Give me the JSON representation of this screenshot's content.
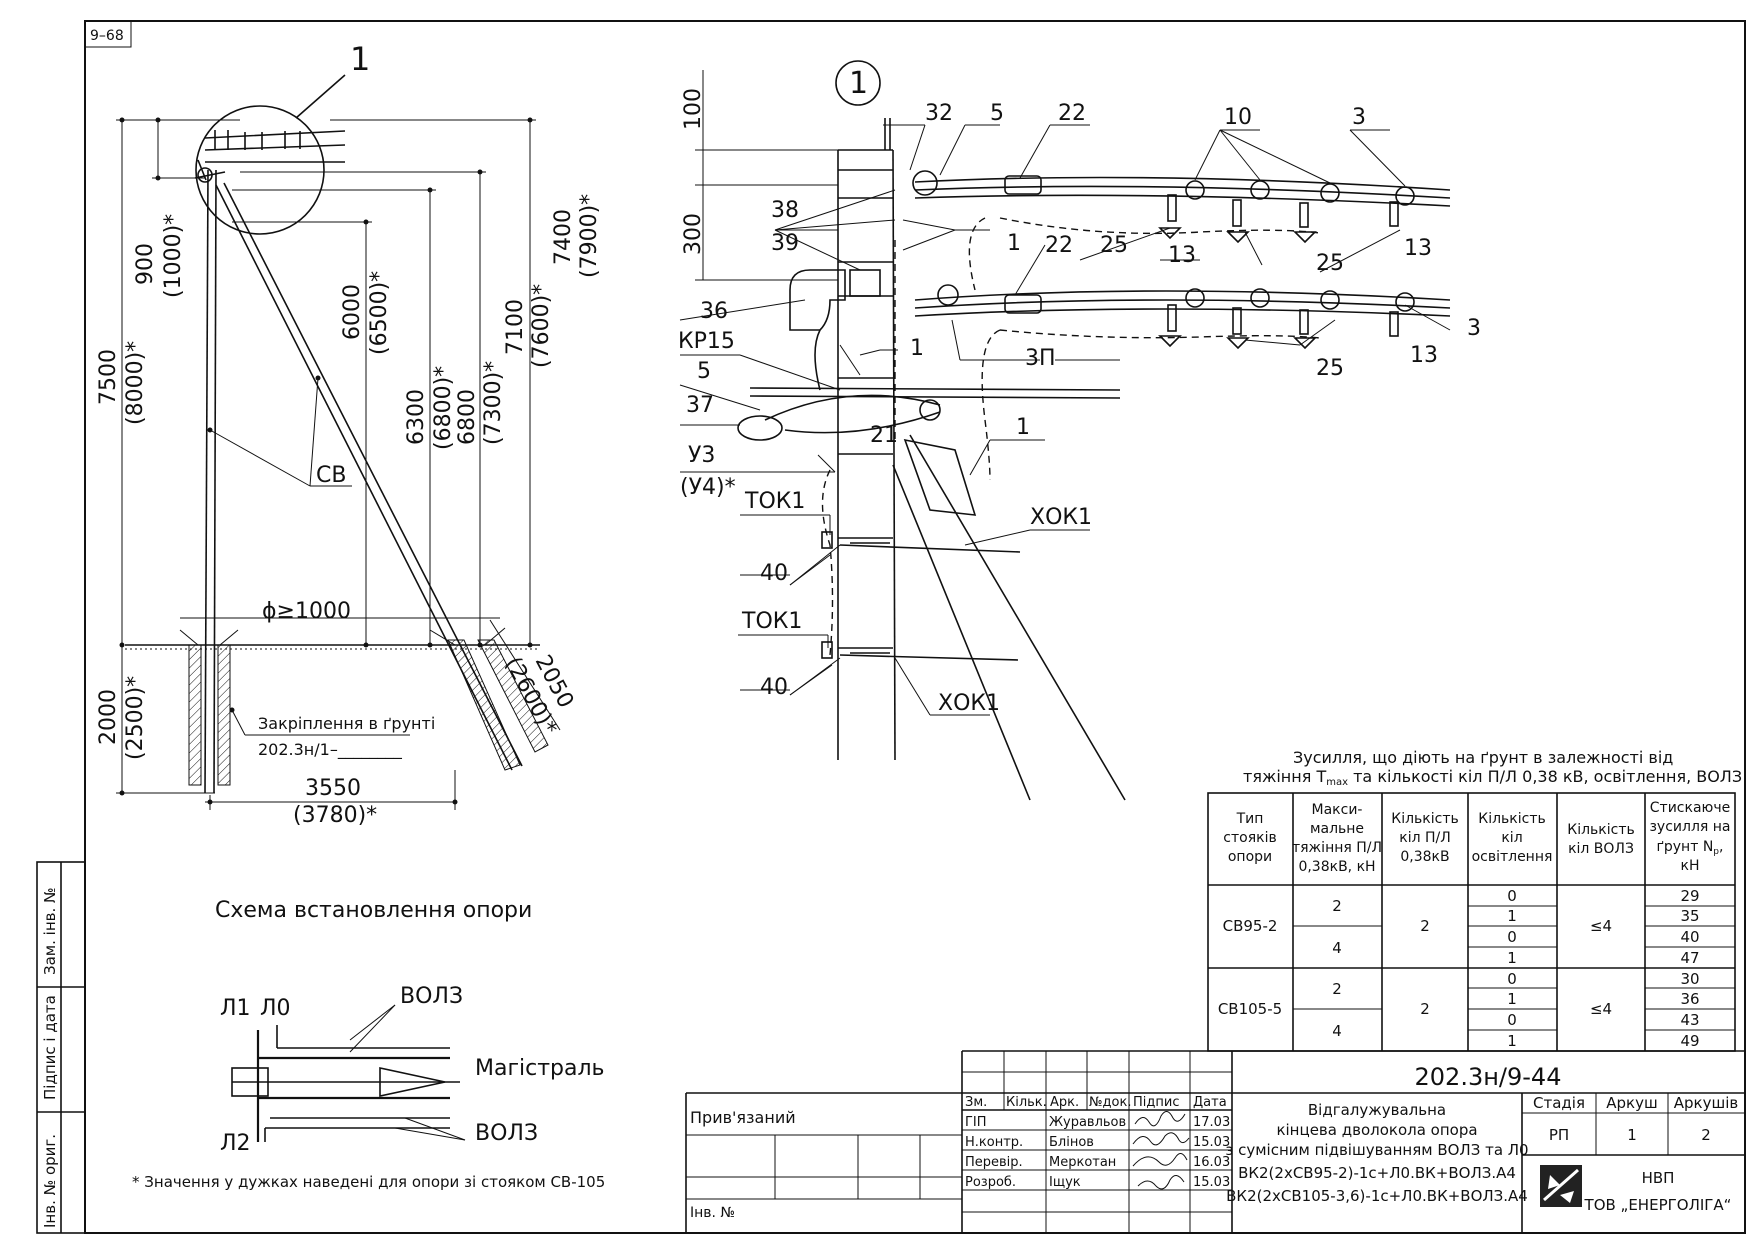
{
  "sheet": {
    "code": "9–68",
    "footnote": "* Значення у дужках наведені для опори зі стояком СВ-105"
  },
  "left_view": {
    "callout": "1",
    "dims": {
      "d900": "900",
      "d1000": "(1000)*",
      "d7500": "7500",
      "d8000": "(8000)*",
      "d6000": "6000",
      "d6500": "(6500)*",
      "d6300": "6300",
      "d6800a": "(6800)*",
      "d6800": "6800",
      "d7300": "(7300)*",
      "d7100": "7100",
      "d7600": "(7600)*",
      "d7400": "7400",
      "d7900": "(7900)*",
      "d2000": "2000",
      "d2500": "(2500)*",
      "d2050": "2050",
      "d2600": "(2600)*",
      "d3550": "3550",
      "d3780": "(3780)*",
      "phi": "ϕ≥1000"
    },
    "sv_label": "СВ",
    "anchoring": "Закріплення в ґрунті",
    "anchoring_ref": "202.3н/1–________"
  },
  "detail": {
    "callout": "1",
    "dims": {
      "d100": "100",
      "d300": "300"
    },
    "labels": {
      "l32": "32",
      "l5a": "5",
      "l22a": "22",
      "l10": "10",
      "l3a": "3",
      "l38": "38",
      "l39": "39",
      "l1a": "1",
      "l22b": "22",
      "l25a": "25",
      "l13a": "13",
      "l25b": "25",
      "l13b": "13",
      "l36": "36",
      "lkp15": "КР15",
      "l1b": "1",
      "l3p": "3П",
      "l3b": "3",
      "l13c": "13",
      "l25c": "25",
      "l5b": "5",
      "l37": "37",
      "l21": "21",
      "l1c": "1",
      "lu3": "У3",
      "lu4": "(У4)*",
      "ltok1a": "ТОК1",
      "lxok1a": "ХОК1",
      "l40a": "40",
      "ltok1b": "ТОК1",
      "l40b": "40",
      "lxok1b": "ХОК1"
    }
  },
  "scheme": {
    "title": "Схема встановлення опори",
    "l1": "Л1",
    "l0": "Л0",
    "l2": "Л2",
    "volz_top": "ВОЛЗ",
    "main": "Магістраль",
    "volz_bottom": "ВОЛЗ"
  },
  "force_table": {
    "caption1": "Зусилля, що діють на ґрунт в залежності від",
    "caption2a": "тяжіння Т",
    "caption2sub": "max",
    "caption2b": " та кількості кіл П/Л 0,38 кВ, освітлення, ВОЛЗ",
    "headers": {
      "type": [
        "Тип",
        "стояків",
        "опори"
      ],
      "tension": [
        "Макси-",
        "мальне",
        "тяжіння П/Л",
        "0,38кВ, кН"
      ],
      "circuits": [
        "Кількість",
        "кіл П/Л",
        "0,38кВ"
      ],
      "lighting": [
        "Кількість",
        "кіл",
        "освітлення"
      ],
      "volz": [
        "Кількість",
        "кіл ВОЛЗ"
      ],
      "force": [
        "Стискаюче",
        "зусилля на",
        "ґрунт N",
        "р",
        ",",
        "кН"
      ]
    },
    "groups": [
      {
        "type": "СВ95-2",
        "circuits": "2",
        "volz": "≤4",
        "sub": [
          {
            "tension": "2",
            "light": [
              "0",
              "1"
            ],
            "force": [
              "29",
              "35"
            ]
          },
          {
            "tension": "4",
            "light": [
              "0",
              "1"
            ],
            "force": [
              "40",
              "47"
            ]
          }
        ]
      },
      {
        "type": "СВ105-5",
        "circuits": "2",
        "volz": "≤4",
        "sub": [
          {
            "tension": "2",
            "light": [
              "0",
              "1"
            ],
            "force": [
              "30",
              "36"
            ]
          },
          {
            "tension": "4",
            "light": [
              "0",
              "1"
            ],
            "force": [
              "43",
              "49"
            ]
          }
        ]
      }
    ]
  },
  "side_stamp": {
    "a": "Зам. інв. №",
    "b": "Підпис і дата",
    "c": "Інв. № ориг."
  },
  "title_block": {
    "doc_code": "202.3н/9-44",
    "tied": "Прив'язаний",
    "inv": "Інв. №",
    "cols": [
      "Зм.",
      "Кільк.",
      "Арк.",
      "№док.",
      "Підпис",
      "Дата"
    ],
    "rows": [
      {
        "role": "ГІП",
        "name": "Журавльов",
        "date": "17.03"
      },
      {
        "role": "Н.контр.",
        "name": "Блінов",
        "date": "15.03"
      },
      {
        "role": "Перевір.",
        "name": "Меркотан",
        "date": "16.03"
      },
      {
        "role": "Розроб.",
        "name": "Іщук",
        "date": "15.03"
      }
    ],
    "desc": [
      "Відгалужувальна",
      "кінцева дволокола опора",
      "з сумісним підвішуванням ВОЛЗ та Л0",
      "ВК2(2хСВ95-2)-1с+Л0.ВК+ВОЛЗ.А4",
      "ВК2(2хСВ105-3,6)-1с+Л0.ВК+ВОЛЗ.А4"
    ],
    "stage_h": "Стадія",
    "sheet_h": "Аркуш",
    "sheets_h": "Аркушів",
    "stage": "РП",
    "sheet": "1",
    "sheets": "2",
    "org1": "НВП",
    "org2": "ТОВ „ЕНЕРГОЛІГА“"
  }
}
